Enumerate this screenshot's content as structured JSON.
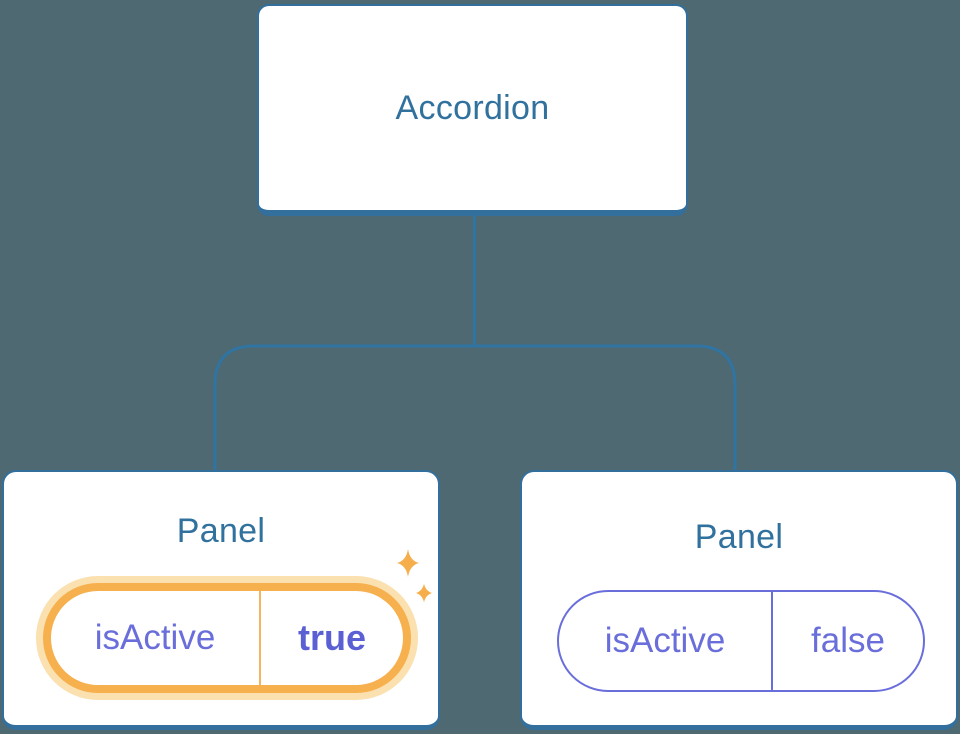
{
  "tree": {
    "root": {
      "label": "Accordion"
    },
    "children": [
      {
        "title": "Panel",
        "prop_name": "isActive",
        "prop_value": "true",
        "state": "active",
        "highlighted": true
      },
      {
        "title": "Panel",
        "prop_name": "isActive",
        "prop_value": "false",
        "state": "inactive",
        "highlighted": false
      }
    ]
  },
  "icons": {
    "sparkles": "sparkles-icon"
  },
  "colors": {
    "background": "#4e6971",
    "card_fill": "#ffffff",
    "card_border": "#326f9d",
    "connector_line": "#2f74a2",
    "title_text": "#30719d",
    "prop_text": "#6a6edb",
    "prop_value_active_text": "#5a5fd3",
    "highlight_ring": "#f6b04e",
    "highlight_halo": "#fbe0b0",
    "highlight_divider": "#f3b45c",
    "sparkle": "#f6ad4b"
  }
}
